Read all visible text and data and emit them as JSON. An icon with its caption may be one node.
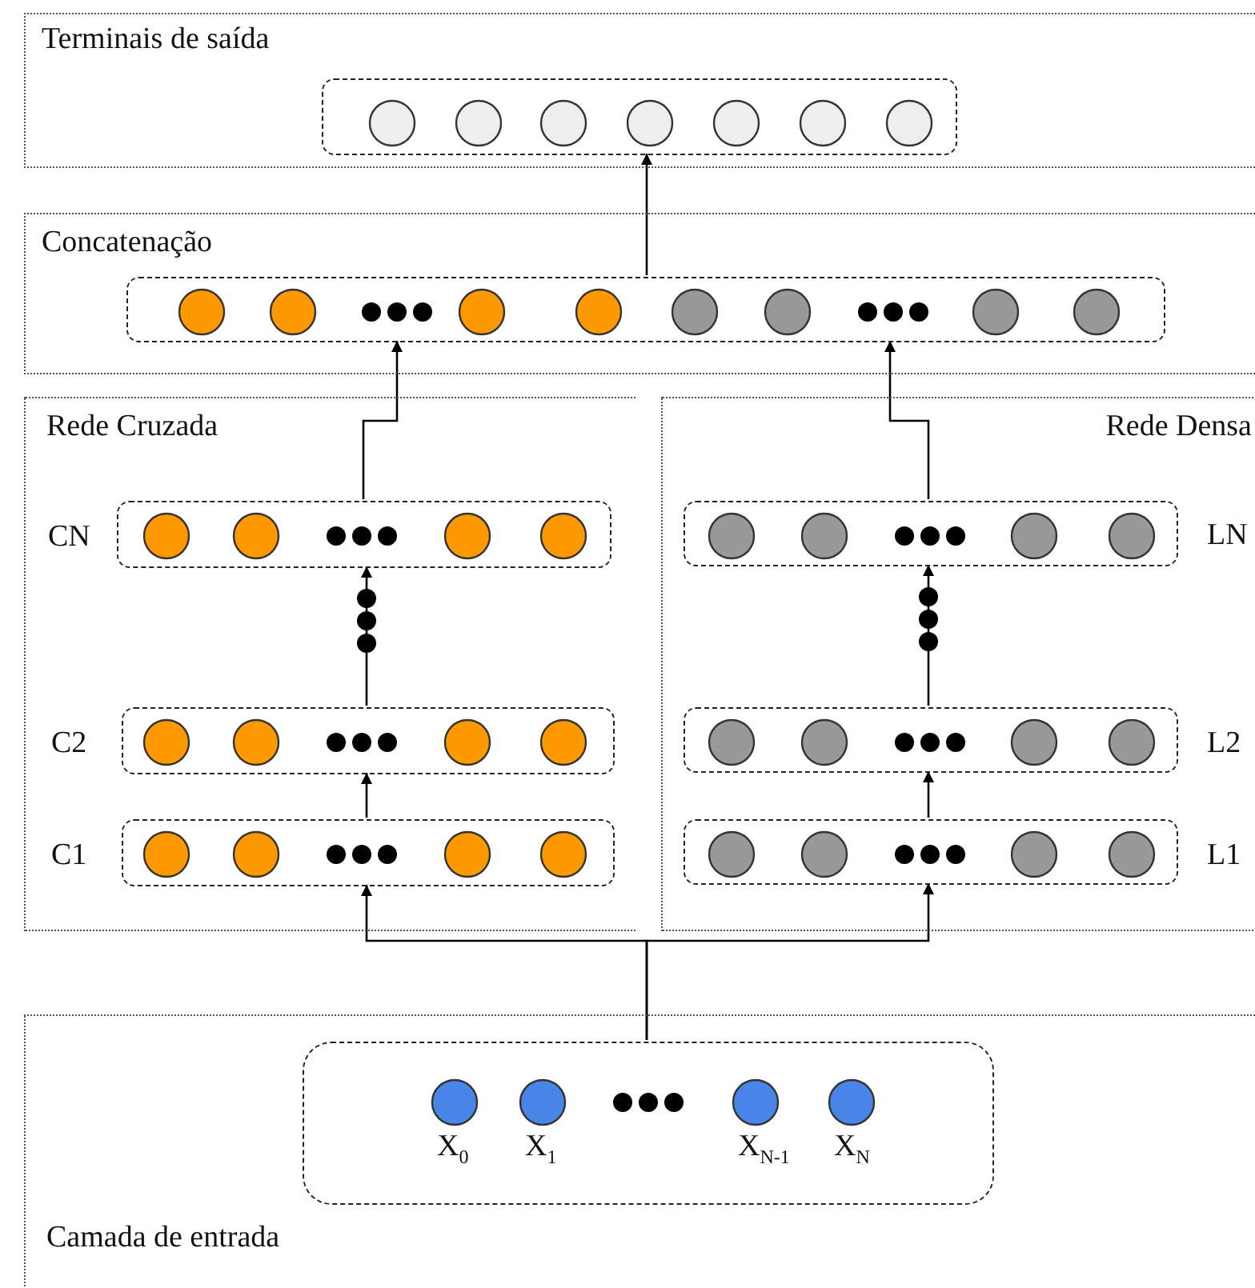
{
  "diagram": {
    "nodes": [
      {
        "text": [
          "Terminais de saída"
        ]
      },
      {
        "text": [],
        "shape": "box",
        "in": 0
      },
      {
        "text": [
          "Concatenação"
        ]
      },
      {
        "text": [],
        "shape": "box",
        "in": 2
      },
      {
        "text": [
          "Rede Cruzada"
        ]
      },
      {
        "text": [
          "CN"
        ],
        "in": 4
      },
      {
        "text": [
          "C2"
        ],
        "in": 4
      },
      {
        "text": [
          "C1"
        ],
        "in": 4
      },
      {
        "text": [
          "Rede Densa"
        ]
      },
      {
        "text": [
          "LN"
        ],
        "in": 8
      },
      {
        "text": [
          "L2"
        ],
        "in": 8
      },
      {
        "text": [
          "L1"
        ],
        "in": 8
      },
      {
        "text": [
          "Camada de entrada"
        ]
      },
      {
        "text": [
          "X$_{0}$",
          "X$_{1}$",
          "X$_{N-1}$",
          "X$_{N}$"
        ],
        "in": 12
      }
    ],
    "edges": [
      {
        "from": 3,
        "to": 1,
        "arrow": "to"
      },
      {
        "from": 5,
        "to": 3,
        "arrow": "to"
      },
      {
        "from": 9,
        "to": 3,
        "arrow": "to"
      },
      {
        "from": 6,
        "to": 5,
        "arrow": "to"
      },
      {
        "from": 7,
        "to": 6,
        "arrow": "to"
      },
      {
        "from": 10,
        "to": 9,
        "arrow": "to"
      },
      {
        "from": 11,
        "to": 10,
        "arrow": "to"
      },
      {
        "from": 13,
        "to": 7,
        "arrow": "to"
      },
      {
        "from": 13,
        "to": 11,
        "arrow": "to"
      }
    ]
  }
}
